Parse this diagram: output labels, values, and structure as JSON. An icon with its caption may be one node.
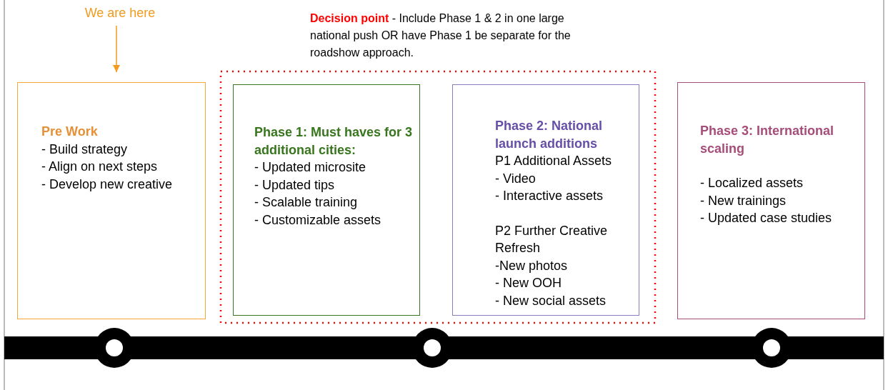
{
  "diagram": {
    "nodes": [
      {
        "text": [
          "We are here"
        ]
      },
      {
        "text": [
          "Pre Work",
          "- Build strategy",
          "- Align on next steps",
          "- Develop new creative"
        ]
      },
      {
        "text": [
          "**Decision point** - Include Phase 1 & 2 in one large national push OR have Phase 1 be separate for the roadshow approach."
        ]
      },
      {
        "text": [
          "Phase 1: Must haves for 3 additional cities:",
          "- Updated microsite",
          "- Updated tips",
          "- Scalable training",
          "- Customizable assets"
        ],
        "in": 2
      },
      {
        "text": [
          "Phase 2: National launch additions",
          "P1 Additional Assets",
          "- Video",
          "- Interactive assets",
          "P2 Further Creative Refresh",
          "-New photos",
          "- New OOH",
          "- New social assets"
        ],
        "in": 2
      },
      {
        "text": [
          "Phase 3: International scaling",
          "- Localized assets",
          "- New trainings",
          "- Updated case studies"
        ]
      }
    ],
    "edges": [
      {
        "from": 0,
        "to": 1,
        "arrow": "to"
      }
    ]
  }
}
